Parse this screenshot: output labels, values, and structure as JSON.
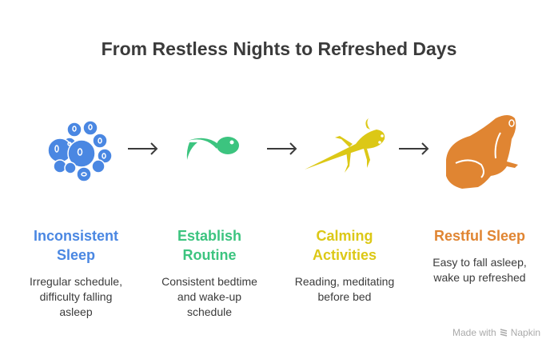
{
  "title": "From Restless Nights to Refreshed Days",
  "stages": [
    {
      "title_line1": "Inconsistent",
      "title_line2": "Sleep",
      "desc_line1": "Irregular schedule,",
      "desc_line2": "difficulty falling",
      "desc_line3": "asleep",
      "color": "#4a87e2",
      "icon": "frog-eggs-icon"
    },
    {
      "title_line1": "Establish",
      "title_line2": "Routine",
      "desc_line1": "Consistent bedtime",
      "desc_line2": "and wake-up",
      "desc_line3": "schedule",
      "color": "#3cc47f",
      "icon": "tadpole-icon"
    },
    {
      "title_line1": "Calming",
      "title_line2": "Activities",
      "desc_line1": "Reading, meditating",
      "desc_line2": "before bed",
      "desc_line3": "",
      "color": "#dcc816",
      "icon": "froglet-icon"
    },
    {
      "title_line1": "Restful Sleep",
      "title_line2": "",
      "desc_line1": "Easy to fall asleep,",
      "desc_line2": "wake up refreshed",
      "desc_line3": "",
      "color": "#e08532",
      "icon": "frog-icon"
    }
  ],
  "footer": {
    "made_with": "Made with",
    "brand": "Napkin"
  }
}
